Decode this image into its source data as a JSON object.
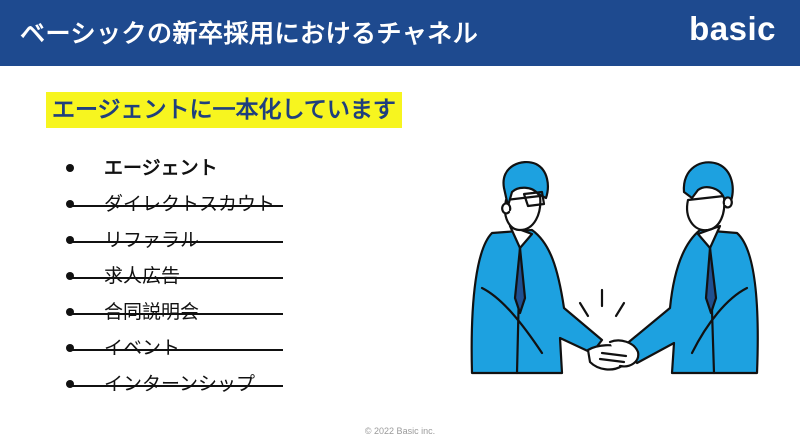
{
  "header": {
    "title": "ベーシックの新卒採用におけるチャネル",
    "brand": "basic"
  },
  "headline": "エージェントに一本化しています",
  "channels": [
    {
      "label": "エージェント",
      "struck": false
    },
    {
      "label": "ダイレクトスカウト",
      "struck": true
    },
    {
      "label": "リファラル",
      "struck": true
    },
    {
      "label": "求人広告",
      "struck": true
    },
    {
      "label": "合同説明会",
      "struck": true
    },
    {
      "label": "イベント",
      "struck": true
    },
    {
      "label": "インターンシップ",
      "struck": true
    }
  ],
  "footer": "© 2022 Basic inc.",
  "colors": {
    "header_bg": "#1e4a8f",
    "highlight_bg": "#f7f51f",
    "headline_text": "#1f3f7e",
    "suit_blue": "#1da1e0"
  },
  "illustration": {
    "icon": "handshake-businessmen-icon"
  }
}
